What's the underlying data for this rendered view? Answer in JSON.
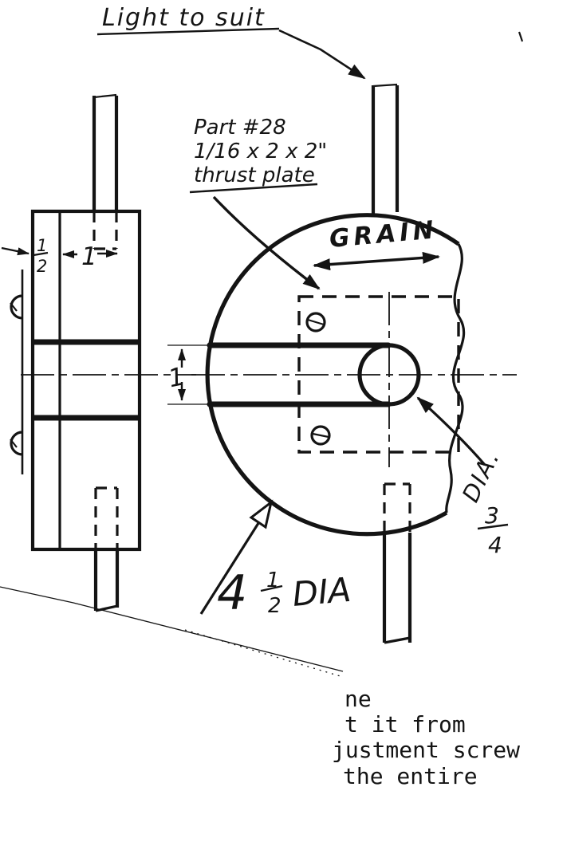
{
  "notes": {
    "light_to_suit": "Light to suit",
    "part_line1": "Part #28",
    "part_line2": "1/16 x 2 x 2\"",
    "part_line3": "thrust plate",
    "grain": "GRAIN"
  },
  "dims": {
    "half_num": "1",
    "half_den": "2",
    "width": "1",
    "slot": "1",
    "main_whole": "4",
    "main_num": "1",
    "main_den": "2",
    "main_suffix": "DIA",
    "hole_num": "3",
    "hole_den": "4",
    "hole_suffix": "DIA."
  },
  "fragment": {
    "line1": "ne",
    "line2": "t it from",
    "line3": "justment screw",
    "line4": "the entire"
  },
  "colors": {
    "ink": "#141414",
    "paper": "#ffffff"
  }
}
